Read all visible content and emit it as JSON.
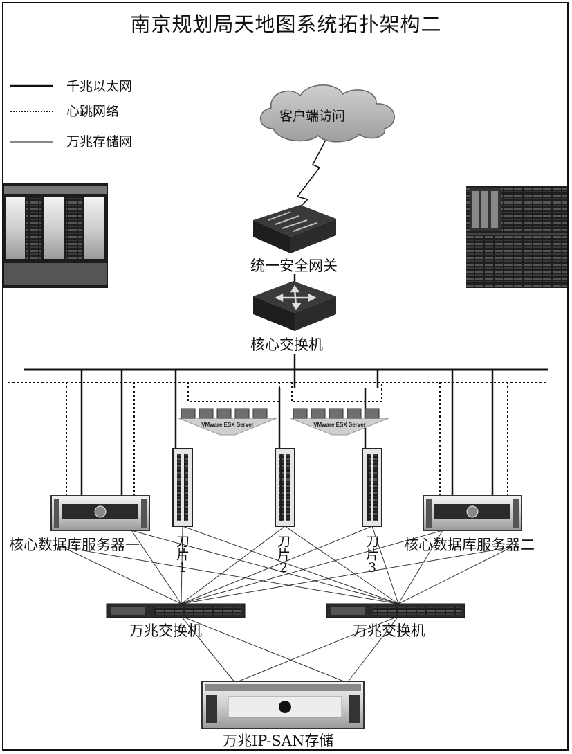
{
  "title": "南京规划局天地图系统拓扑架构二",
  "legend": [
    {
      "label": "千兆以太网",
      "style": "solid-thick"
    },
    {
      "label": "心跳网络",
      "style": "dotted"
    },
    {
      "label": "万兆存储网",
      "style": "solid-thin"
    }
  ],
  "cloud": {
    "label": "客户端访问"
  },
  "gateway": {
    "label": "统一安全网关"
  },
  "core_switch": {
    "label": "核心交换机"
  },
  "vm_groups": [
    {
      "label": "VMware ESX Server"
    },
    {
      "label": "VMware ESX Server"
    }
  ],
  "db_servers": [
    {
      "label": "核心数据库服务器一"
    },
    {
      "label": "核心数据库服务器二"
    }
  ],
  "blades": [
    {
      "label": "刀片",
      "number": "1"
    },
    {
      "label": "刀片",
      "number": "2"
    },
    {
      "label": "刀片",
      "number": "3"
    }
  ],
  "tengig_switches": [
    {
      "label": "万兆交换机"
    },
    {
      "label": "万兆交换机"
    }
  ],
  "storage": {
    "label": "万兆IP-SAN存储"
  },
  "colors": {
    "line": "#111111",
    "device_dark": "#2a2a2a",
    "device_light": "#d9d9d9"
  }
}
